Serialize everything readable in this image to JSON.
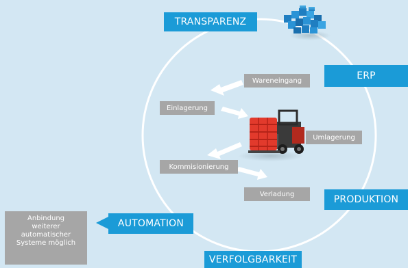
{
  "cycle_labels": {
    "transparenz": "TRANSPARENZ",
    "erp": "ERP",
    "produktion": "PRODUKTION",
    "verfolgbarkeit": "VERFOLGBARKEIT",
    "automation": "AUTOMATION"
  },
  "process_labels": {
    "wareneingang": "Wareneingang",
    "einlagerung": "Einlagerung",
    "umlagerung": "Umlagerung",
    "kommisionierung": "Kommisionierung",
    "verladung": "Verladung"
  },
  "note": {
    "lines": [
      "Anbindung",
      "weiterer",
      "automatischer",
      "Systeme möglich"
    ]
  },
  "icons": {
    "erp": "blue-cubes-icon",
    "forklift": "forklift-icon"
  },
  "colors": {
    "background": "#d3e7f3",
    "accent": "#1b9bd7",
    "label_grey": "#a6a6a6",
    "circle": "#ffffff"
  }
}
